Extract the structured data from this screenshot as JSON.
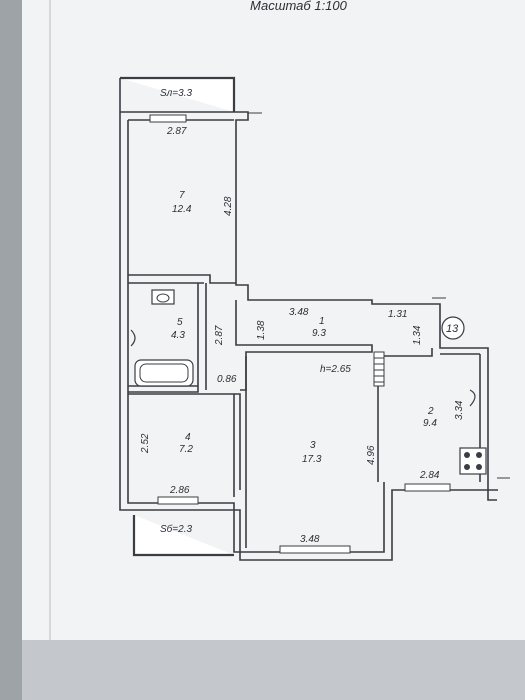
{
  "header": {
    "scale": "Масштаб 1:100"
  },
  "balconies": {
    "top": "Sл=3.3",
    "bottom": "Sб=2.3"
  },
  "ceiling_height": "h=2.65",
  "marker": "13",
  "rooms": [
    {
      "number": "7",
      "area": "12.4"
    },
    {
      "number": "5",
      "area": "4.3"
    },
    {
      "number": "1",
      "area": "9.3"
    },
    {
      "number": "4",
      "area": "7.2"
    },
    {
      "number": "3",
      "area": "17.3"
    },
    {
      "number": "2",
      "area": "9.4"
    }
  ],
  "dimensions": {
    "d_287_top": "2.87",
    "d_428": "4.28",
    "d_287_vert": "2.87",
    "d_138": "1.38",
    "d_348_top": "3.48",
    "d_131": "1.31",
    "d_134": "1.34",
    "d_086": "0.86",
    "d_252": "2.52",
    "d_496": "4.96",
    "d_334": "3.34",
    "d_284": "2.84",
    "d_286": "2.86",
    "d_348_bottom": "3.48"
  },
  "colors": {
    "paper": "#f2f3f4",
    "paper_shadow": "#d9dcdf",
    "ink": "#2c2f36",
    "grid_line": "#c9ccd1"
  }
}
